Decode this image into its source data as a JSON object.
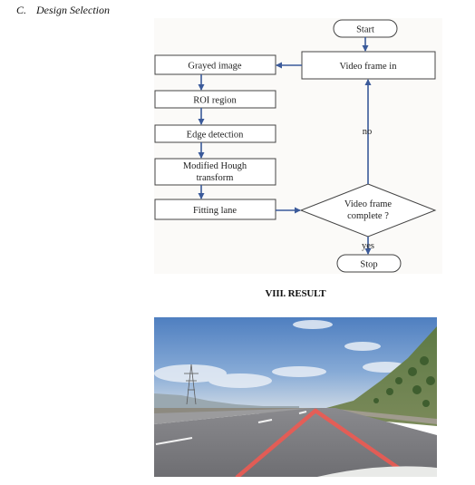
{
  "subsection": {
    "number": "C.",
    "title": "Design Selection"
  },
  "flowchart": {
    "start": "Start",
    "video_frame_in": "Video frame in",
    "grayed_image": "Grayed image",
    "roi_region": "ROI region",
    "edge_detection": "Edge detection",
    "modified_hough_line1": "Modified Hough",
    "modified_hough_line2": "transform",
    "fitting_lane": "Fitting lane",
    "decision_line1": "Video frame",
    "decision_line2": "complete ?",
    "no_label": "no",
    "yes_label": "yes",
    "stop": "Stop",
    "line_color": "#3b5a9a"
  },
  "section": {
    "heading": "VIII. RESULT"
  },
  "photo": {
    "sky_color": "#6f97c9",
    "road_color": "#7d7d80",
    "lane_marking_color": "#ee5a52"
  }
}
